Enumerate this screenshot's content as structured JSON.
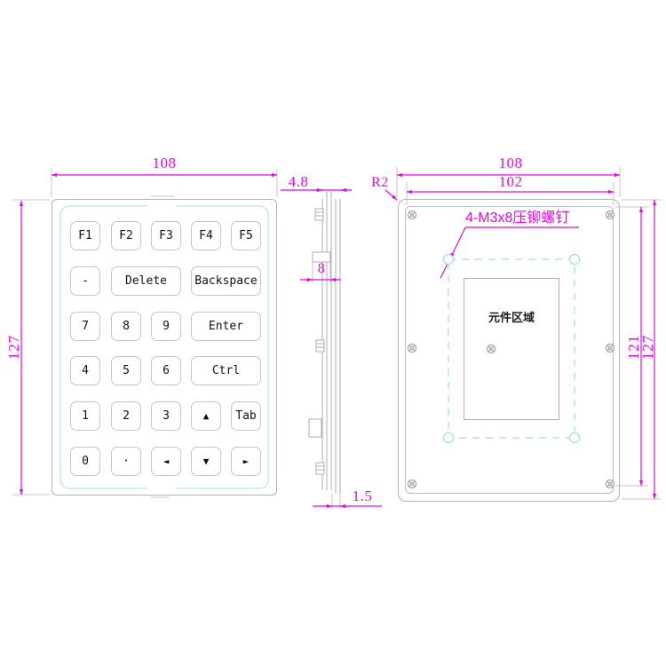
{
  "drawing_type": "keypad-technical-drawing",
  "front_view": {
    "dim_width": "108",
    "dim_height": "127",
    "keys": [
      {
        "name": "f1",
        "label": "F1",
        "row": 0,
        "col": 0,
        "span": 1
      },
      {
        "name": "f2",
        "label": "F2",
        "row": 0,
        "col": 1,
        "span": 1
      },
      {
        "name": "f3",
        "label": "F3",
        "row": 0,
        "col": 2,
        "span": 1
      },
      {
        "name": "f4",
        "label": "F4",
        "row": 0,
        "col": 3,
        "span": 1
      },
      {
        "name": "f5",
        "label": "F5",
        "row": 0,
        "col": 4,
        "span": 1
      },
      {
        "name": "minus",
        "label": "-",
        "row": 1,
        "col": 0,
        "span": 1
      },
      {
        "name": "delete",
        "label": "Delete",
        "row": 1,
        "col": 1,
        "span": 2
      },
      {
        "name": "backspace",
        "label": "Backspace",
        "row": 1,
        "col": 3,
        "span": 2
      },
      {
        "name": "7",
        "label": "7",
        "row": 2,
        "col": 0,
        "span": 1
      },
      {
        "name": "8",
        "label": "8",
        "row": 2,
        "col": 1,
        "span": 1
      },
      {
        "name": "9",
        "label": "9",
        "row": 2,
        "col": 2,
        "span": 1
      },
      {
        "name": "enter",
        "label": "Enter",
        "row": 2,
        "col": 3,
        "span": 2
      },
      {
        "name": "4",
        "label": "4",
        "row": 3,
        "col": 0,
        "span": 1
      },
      {
        "name": "5",
        "label": "5",
        "row": 3,
        "col": 1,
        "span": 1
      },
      {
        "name": "6",
        "label": "6",
        "row": 3,
        "col": 2,
        "span": 1
      },
      {
        "name": "ctrl",
        "label": "Ctrl",
        "row": 3,
        "col": 3,
        "span": 2
      },
      {
        "name": "1",
        "label": "1",
        "row": 4,
        "col": 0,
        "span": 1
      },
      {
        "name": "2",
        "label": "2",
        "row": 4,
        "col": 1,
        "span": 1
      },
      {
        "name": "3",
        "label": "3",
        "row": 4,
        "col": 2,
        "span": 1
      },
      {
        "name": "up-arrow",
        "label": "▲",
        "row": 4,
        "col": 3,
        "span": 1,
        "glyph": true
      },
      {
        "name": "tab",
        "label": "Tab",
        "row": 4,
        "col": 4,
        "span": 1
      },
      {
        "name": "0",
        "label": "0",
        "row": 5,
        "col": 0,
        "span": 1
      },
      {
        "name": "dot",
        "label": "·",
        "row": 5,
        "col": 1,
        "span": 1
      },
      {
        "name": "left-arrow",
        "label": "◄",
        "row": 5,
        "col": 2,
        "span": 1,
        "glyph": true
      },
      {
        "name": "down-arrow",
        "label": "▼",
        "row": 5,
        "col": 3,
        "span": 1,
        "glyph": true
      },
      {
        "name": "right-arrow",
        "label": "►",
        "row": 5,
        "col": 4,
        "span": 1,
        "glyph": true
      }
    ]
  },
  "side_view": {
    "dim_thickness": "4.8",
    "dim_tab_width": "8",
    "dim_plate_thickness": "1.5"
  },
  "back_view": {
    "corner_radius_label": "R2",
    "dim_width_outer": "108",
    "dim_width_inner": "102",
    "dim_height_inner": "121",
    "dim_height_outer": "127",
    "screw_note": "4-M3x8压铆螺钉",
    "component_area_label": "元件区域"
  },
  "colors": {
    "dimension": "#e608e6",
    "construction": "#9edfe2",
    "outline": "#b4b4b4"
  }
}
